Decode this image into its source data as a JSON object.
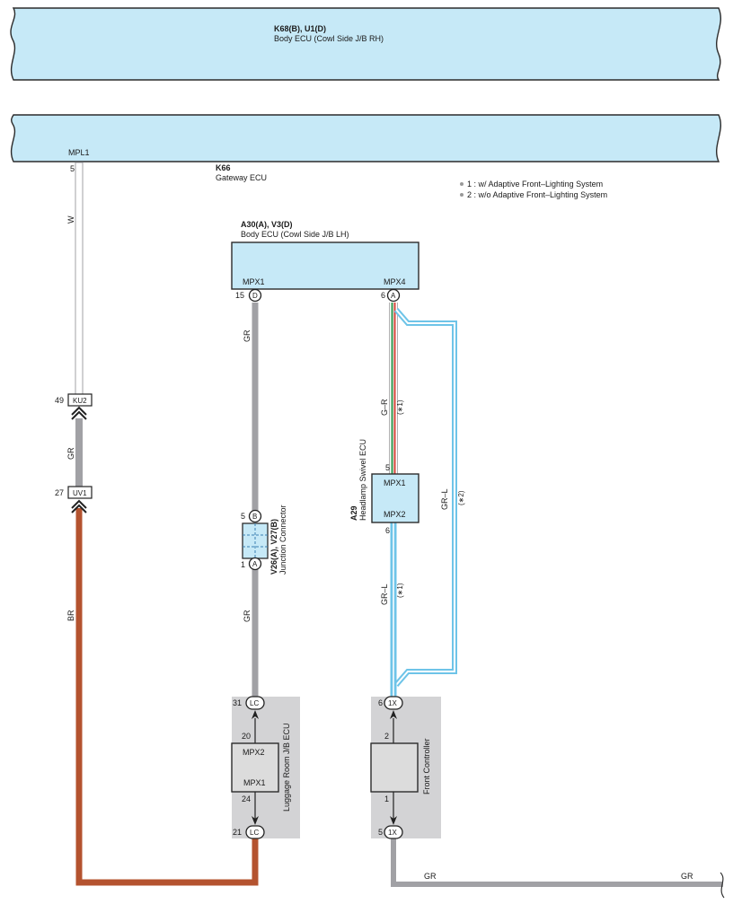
{
  "colors": {
    "ecu_fill": "#c6e9f7",
    "ecu_stroke": "#2b2b2b",
    "connector_bg": "#d3d3d5",
    "box_fill": "#dcdcdc",
    "wire_gray": "#a1a1a5",
    "wire_brown": "#b4532f",
    "wire_green": "#2f9a4e",
    "wire_red": "#d6443a",
    "wire_blue": "#6ec4e8"
  },
  "body_ecu_rh": {
    "code": "K68(B), U1(D)",
    "name": "Body ECU (Cowl Side J/B RH)"
  },
  "gateway_ecu": {
    "code": "K66",
    "name": "Gateway ECU",
    "terminal": "MPL1",
    "pin": "5"
  },
  "notes": [
    "1 : w/ Adaptive Front–Lighting System",
    "2 : w/o Adaptive Front–Lighting System"
  ],
  "body_ecu_lh": {
    "code": "A30(A), V3(D)",
    "name": "Body ECU (Cowl Side J/B LH)",
    "term_left": "MPX1",
    "pin_left": "15",
    "conn_left": "D",
    "term_right": "MPX4",
    "pin_right": "6",
    "conn_right": "A"
  },
  "headlamp_ecu": {
    "code": "A29",
    "name": "Headlamp Swivel ECU",
    "term_top": "MPX1",
    "pin_top": "5",
    "term_bottom": "MPX2",
    "pin_bottom": "6"
  },
  "junction_connector": {
    "code": "V26(A), V27(B)",
    "name": "Junction Connector",
    "pin_top": "5",
    "conn_top": "B",
    "pin_bottom": "1",
    "conn_bottom": "A"
  },
  "luggage_ecu": {
    "name": "Luggage Room J/B ECU",
    "term_top": "MPX2",
    "term_bottom": "MPX1",
    "pin_in_top": "20",
    "pin_in_bottom": "24",
    "conn_top_pin": "31",
    "conn_bottom_pin": "21",
    "conn": "LC"
  },
  "front_controller": {
    "name": "Front Controller",
    "pin_in_top": "2",
    "pin_in_bottom": "1",
    "conn_top_pin": "6",
    "conn_bottom_pin": "5",
    "conn": "1X"
  },
  "connectors": {
    "ku2": {
      "pin": "49",
      "name": "KU2"
    },
    "uv1": {
      "pin": "27",
      "name": "UV1"
    }
  },
  "wires": {
    "w_gateway": "W",
    "gr_ku2_uv1": "GR",
    "br_left": "BR",
    "gr_lh_junction": "GR",
    "gr_junction_luggage": "GR",
    "g_r": "G–R",
    "g_r_note": "(∗1)",
    "gr_l_lower": "GR–L",
    "gr_l_lower_note": "(∗1)",
    "gr_l_right": "GR–L",
    "gr_l_right_note": "(∗2)",
    "gr_bottom_1": "GR",
    "gr_bottom_2": "GR"
  }
}
